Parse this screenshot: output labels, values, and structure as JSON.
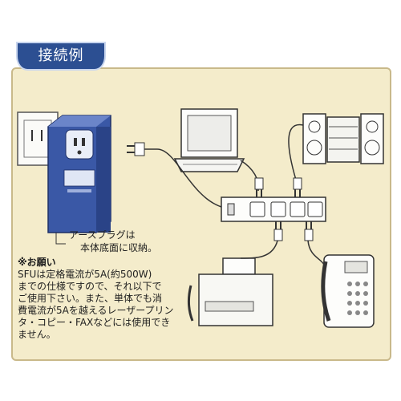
{
  "header": {
    "badge_label": "接続例"
  },
  "diagram": {
    "ground_caption_line1": "アースプラグは",
    "ground_caption_line2": "本体底面に収納。",
    "note_title": "※お願い",
    "note_lines": [
      "SFUは定格電流が5A(約500W)",
      "までの仕様ですので、それ以下で",
      "ご使用下さい。また、単体でも消",
      "費電流が5Aを越えるレーザープリン",
      "タ・コピー・FAXなどには使用でき",
      "ません。"
    ]
  },
  "colors": {
    "badge": "#2c4f92",
    "panel": "#f4eccb",
    "device": "#4a67b3"
  }
}
